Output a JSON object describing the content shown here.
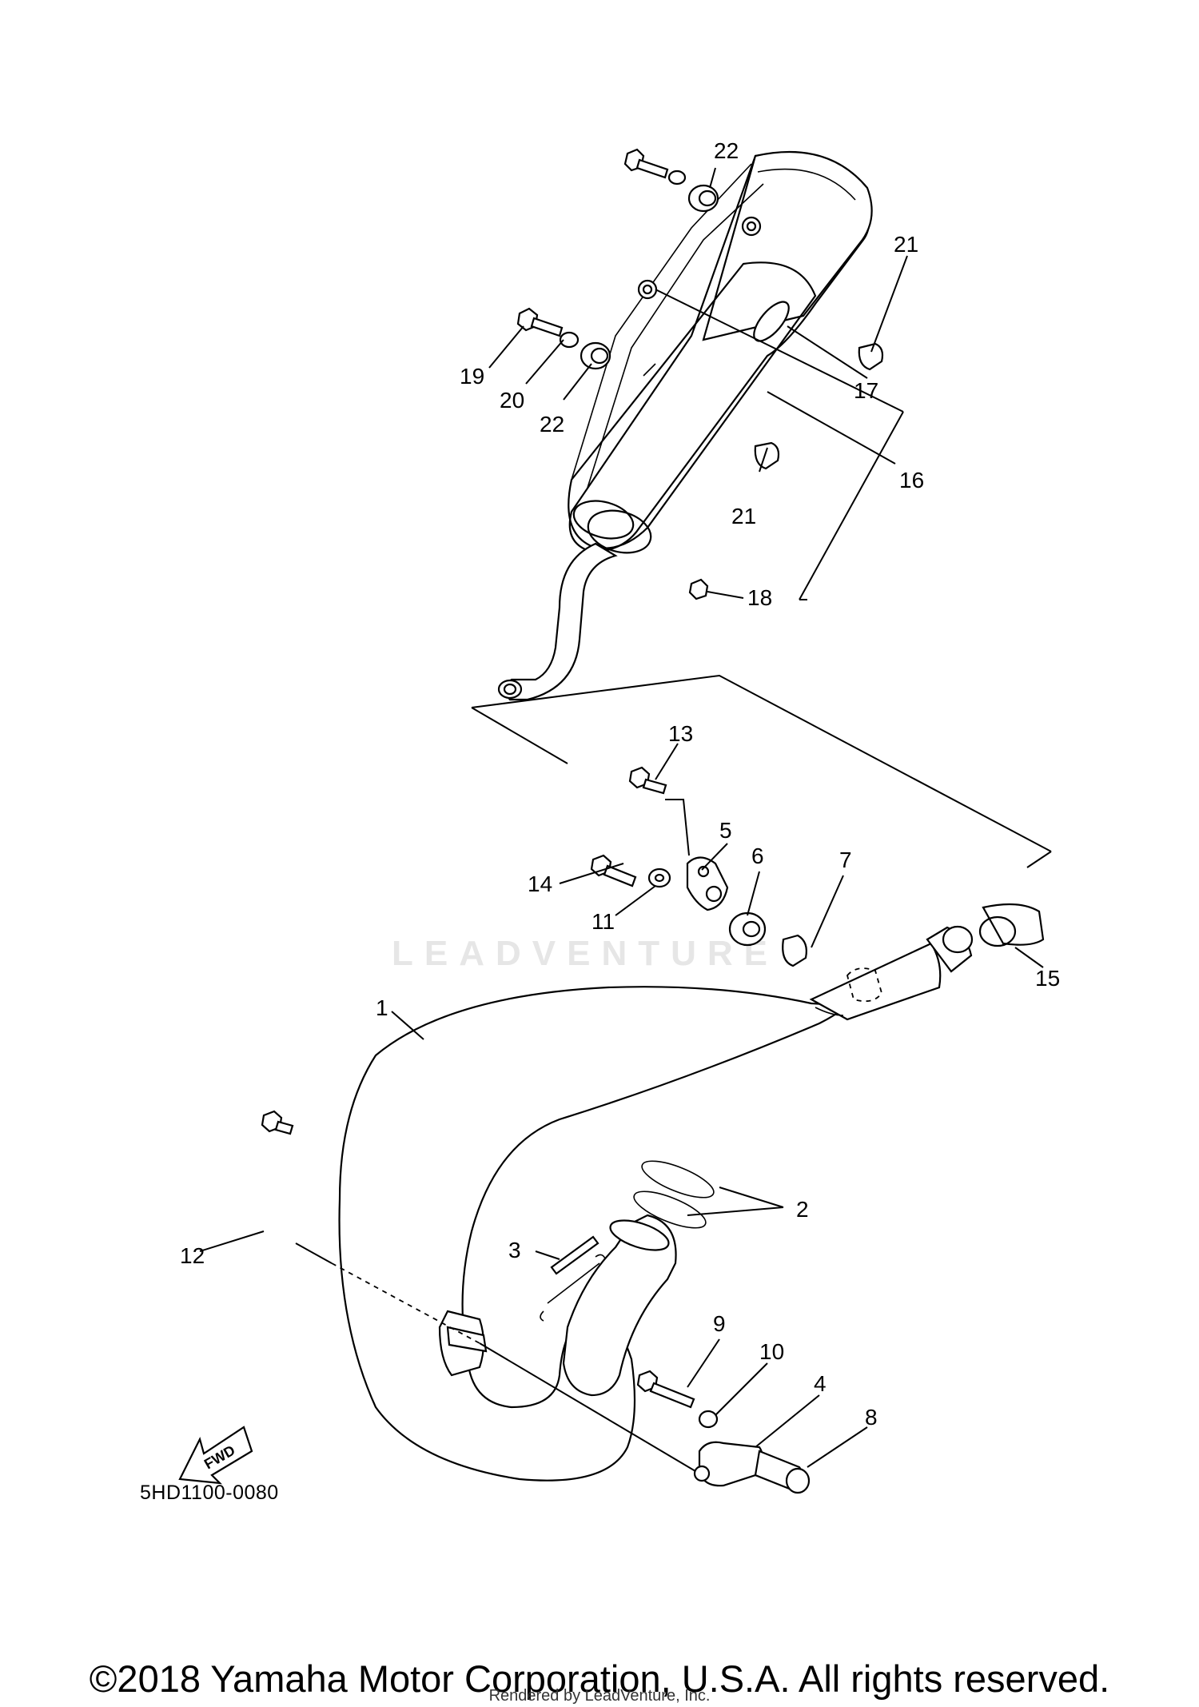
{
  "diagram": {
    "drawing_code": "5HD1100-0080",
    "copyright": "©2018 Yamaha Motor Corporation, U.S.A. All rights reserved.",
    "rendered_by": "Rendered by LeadVenture, Inc.",
    "watermark": "LEADVENTURE",
    "fwd_label": "FWD",
    "callouts": [
      "22",
      "21",
      "19",
      "20",
      "22",
      "17",
      "16",
      "21",
      "18",
      "13",
      "5",
      "14",
      "6",
      "7",
      "11",
      "15",
      "1",
      "2",
      "3",
      "12",
      "9",
      "10",
      "4",
      "8"
    ]
  }
}
